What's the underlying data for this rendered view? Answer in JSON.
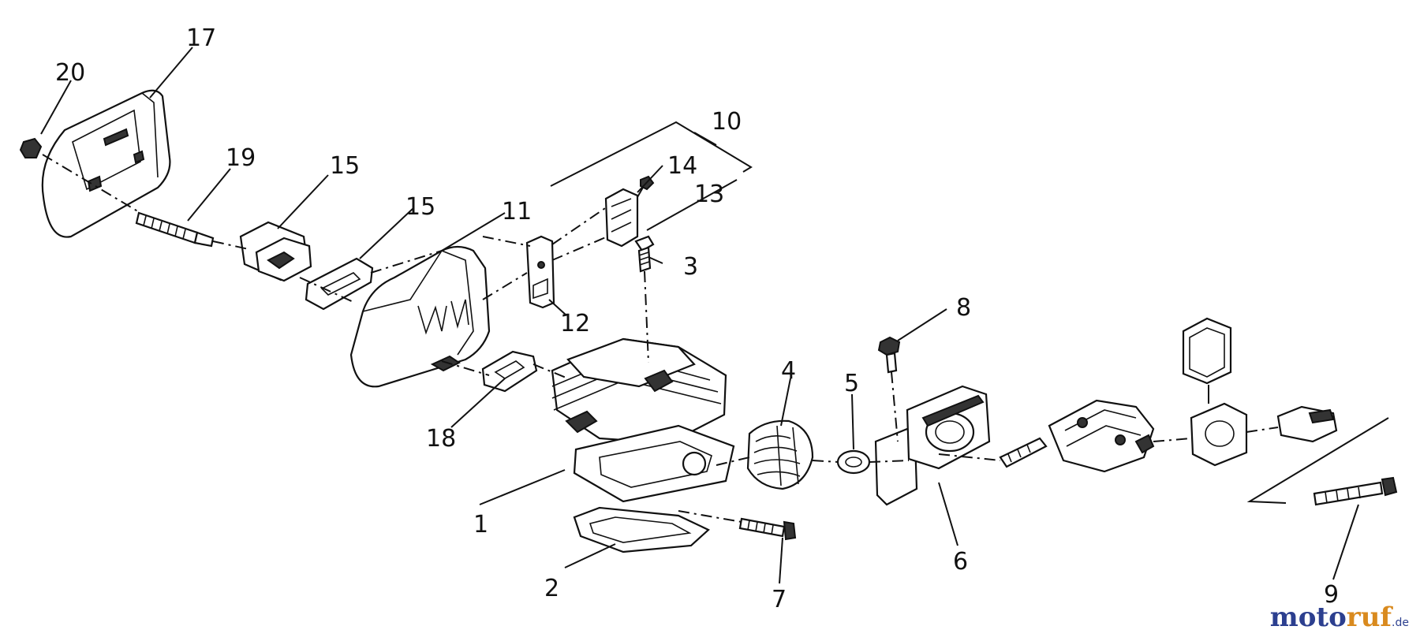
{
  "diagram": {
    "callouts": {
      "c1": "1",
      "c2": "2",
      "c3": "3",
      "c4": "4",
      "c5": "5",
      "c6": "6",
      "c7": "7",
      "c8": "8",
      "c9": "9",
      "c10": "10",
      "c11": "11",
      "c12": "12",
      "c13": "13",
      "c14": "14",
      "c15a": "15",
      "c15b": "15",
      "c17": "17",
      "c18": "18",
      "c19": "19",
      "c20": "20"
    }
  },
  "watermark": {
    "part1": "moto",
    "part2": "ruf",
    "tld": ".de"
  }
}
